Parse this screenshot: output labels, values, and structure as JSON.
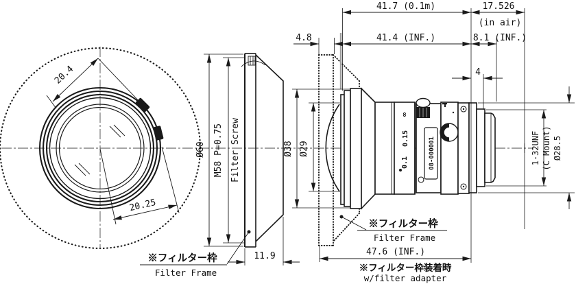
{
  "title": "Lens mechanical dimension drawing",
  "front": {
    "d20_4": "20.4",
    "d20_25": "20.25"
  },
  "filter": {
    "dia": "Ø60",
    "thread": "M58 P=0.75",
    "screw": "Filter Screw",
    "width": "11.9",
    "note_jp": "※フィルター枠",
    "note_en": "Filter Frame"
  },
  "lens": {
    "d41_7": "41.7 (0.1m)",
    "d17_5": "17.526",
    "in_air": "(in air)",
    "d4_8": "4.8",
    "d41_4": "41.4 (INF.)",
    "d8_1": "8.1 (INF.)",
    "d4": "4",
    "dia38": "Ø38",
    "dia29": "Ø29",
    "f_inf": "∞",
    "f_015": "0.15",
    "f_01": "0.1",
    "serial": "08-000001",
    "mount_thread": "1-32UNF",
    "mount_name": "(C Mount)",
    "mount_dia": "Ø28.5",
    "d47_6": "47.6 (INF.)",
    "note_jp": "※フィルター枠",
    "note_en": "Filter Frame",
    "adapter_jp": "※フィルター枠装着時",
    "adapter_en": "w/filter adapter"
  },
  "colors": {
    "line": "#1a1a1a",
    "gray_line": "#9c9c9c",
    "bg": "#ffffff"
  }
}
